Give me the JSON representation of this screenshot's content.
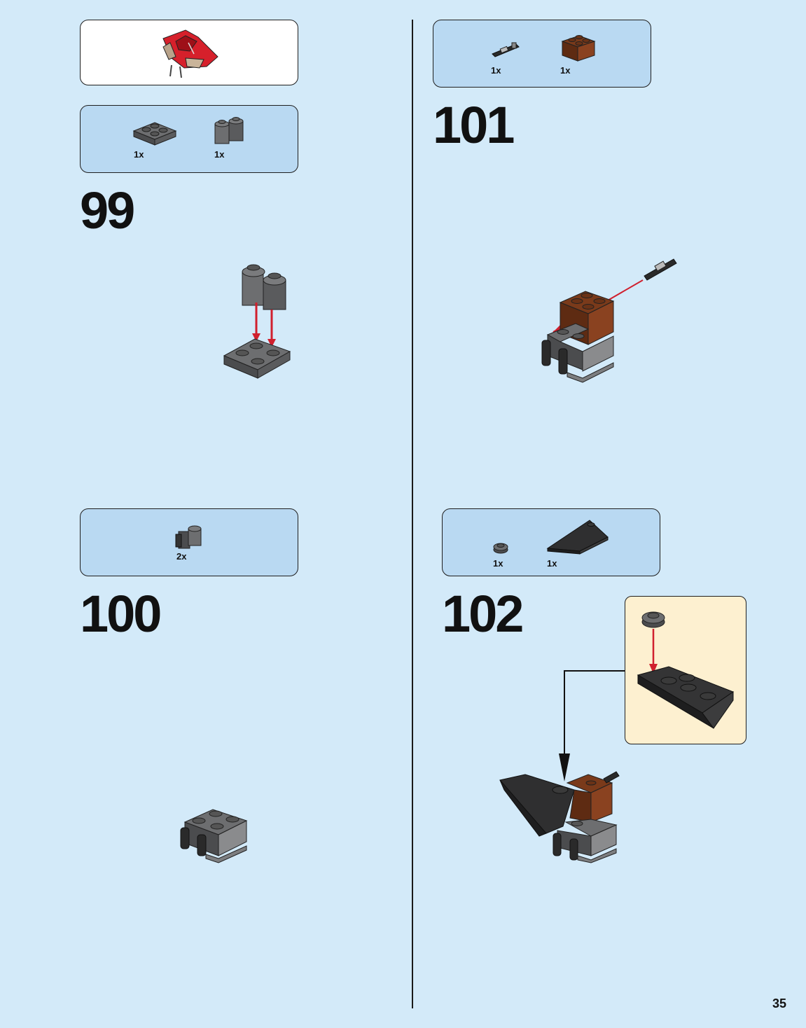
{
  "page_number": "35",
  "steps": [
    {
      "number": "99",
      "parts": [
        {
          "qty": "1x",
          "icon": "plate-2x2-dark-gray-icon"
        },
        {
          "qty": "1x",
          "icon": "brick-1x2-round-dark-gray-icon"
        }
      ]
    },
    {
      "number": "100",
      "parts": [
        {
          "qty": "2x",
          "icon": "brick-1x1-clip-dark-gray-icon"
        }
      ]
    },
    {
      "number": "101",
      "parts": [
        {
          "qty": "1x",
          "icon": "flick-missile-icon"
        },
        {
          "qty": "1x",
          "icon": "brick-2x2-reddish-brown-icon"
        }
      ]
    },
    {
      "number": "102",
      "parts": [
        {
          "qty": "1x",
          "icon": "round-plate-1x1-dark-gray-icon"
        },
        {
          "qty": "1x",
          "icon": "wedge-plate-black-icon"
        }
      ]
    }
  ],
  "colors": {
    "background": "#d3eaf9",
    "parts_box": "#b9d9f2",
    "callout": "#fdf0d0",
    "arrow": "#d0202e"
  }
}
